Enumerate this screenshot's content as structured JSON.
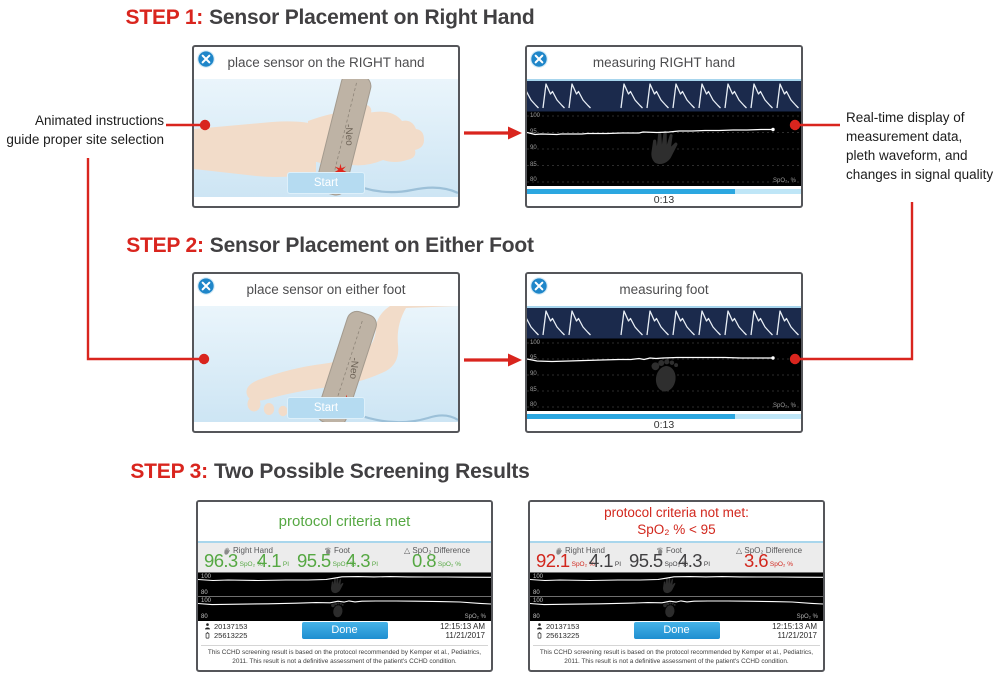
{
  "colors": {
    "accent_red": "#d9251e",
    "accent_green": "#56a843",
    "alert_red": "#d2271d",
    "button_blue": "#2b9fdb",
    "close_blue": "#1f86c9",
    "divider_blue": "#a7d5ed",
    "pleth_navy": "#1b2a4c"
  },
  "steps": [
    {
      "prefix": "STEP 1:",
      "title": "Sensor Placement on Right Hand"
    },
    {
      "prefix": "STEP 2:",
      "title": "Sensor Placement on Either Foot"
    },
    {
      "prefix": "STEP 3:",
      "title": "Two Possible Screening Results"
    }
  ],
  "callouts": {
    "left": "Animated instructions\nguide proper site selection",
    "right": "Real-time display of\nmeasurement data,\npleth waveform, and\nchanges in signal quality"
  },
  "instruction_hand": {
    "title": "place sensor on the RIGHT hand",
    "start": "Start",
    "band": "-Neo"
  },
  "instruction_foot": {
    "title": "place sensor on either foot",
    "start": "Start",
    "band": "-Neo"
  },
  "measuring_hand": {
    "title": "measuring RIGHT hand",
    "timer": "0:13",
    "unit": "SpO₂, %",
    "ticks": [
      "100",
      "95",
      "90",
      "85",
      "80"
    ]
  },
  "measuring_foot": {
    "title": "measuring foot",
    "timer": "0:13",
    "unit": "SpO₂, %",
    "ticks": [
      "100",
      "95",
      "90",
      "85",
      "80"
    ]
  },
  "results": {
    "labels": {
      "hand": "Right Hand",
      "foot": "Foot",
      "diff": "△ SpO₂ Difference"
    },
    "chart": {
      "tick_top": "100",
      "tick_bottom": "80",
      "unit": "SpO₂ %"
    },
    "footer": {
      "id1": "20137153",
      "id2": "25613225",
      "done": "Done",
      "time": "12:15:13 AM",
      "date": "11/21/2017",
      "disclaimer": "This CCHD screening result is based on the protocol recommended by Kemper et al., Pediatrics, 2011. This result is not a definitive assessment of the patient's CCHD condition."
    },
    "met": {
      "title": "protocol criteria met",
      "values": [
        {
          "num": "96.3",
          "unit": "SpO₂ %"
        },
        {
          "num": "4.1",
          "unit": "PI"
        },
        {
          "num": "95.5",
          "unit": "SpO₂ %"
        },
        {
          "num": "4.3",
          "unit": "PI"
        },
        {
          "num": "0.8",
          "unit": "SpO₂ %"
        }
      ]
    },
    "not_met": {
      "title_line1": "protocol criteria not met:",
      "title_line2": "SpO₂ % < 95",
      "values": [
        {
          "num": "92.1",
          "unit": "SpO₂ %"
        },
        {
          "num": "4.1",
          "unit": "PI"
        },
        {
          "num": "95.5",
          "unit": "SpO₂ %"
        },
        {
          "num": "4.3",
          "unit": "PI"
        },
        {
          "num": "3.6",
          "unit": "SpO₂ %"
        }
      ]
    }
  }
}
